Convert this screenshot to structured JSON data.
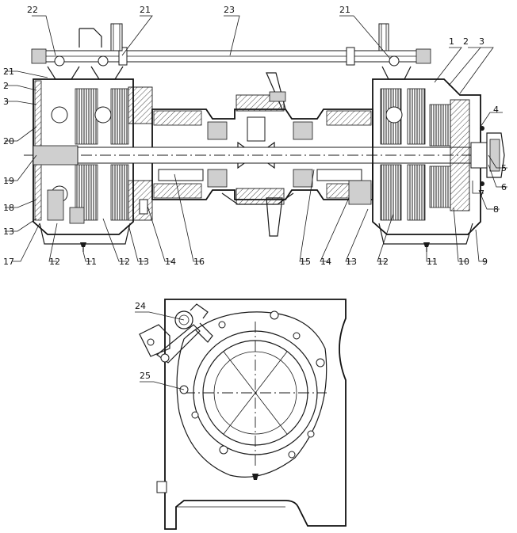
{
  "callouts": {
    "c1": "1",
    "c2": "2",
    "c3": "3",
    "c4": "4",
    "c5": "5",
    "c6": "6",
    "c7": "7",
    "c8": "8",
    "c9": "9",
    "c10": "10",
    "c11": "11",
    "c12": "12",
    "c13": "13",
    "c14": "14",
    "c15": "15",
    "c16": "16",
    "c17": "17",
    "c18": "18",
    "c19": "19",
    "c20": "20",
    "c21": "21",
    "c22": "22",
    "c23": "23",
    "c24": "24",
    "c25": "25"
  },
  "colors": {
    "line": "#1a1a1a",
    "background": "#ffffff",
    "fill": "#cfcfcf"
  }
}
